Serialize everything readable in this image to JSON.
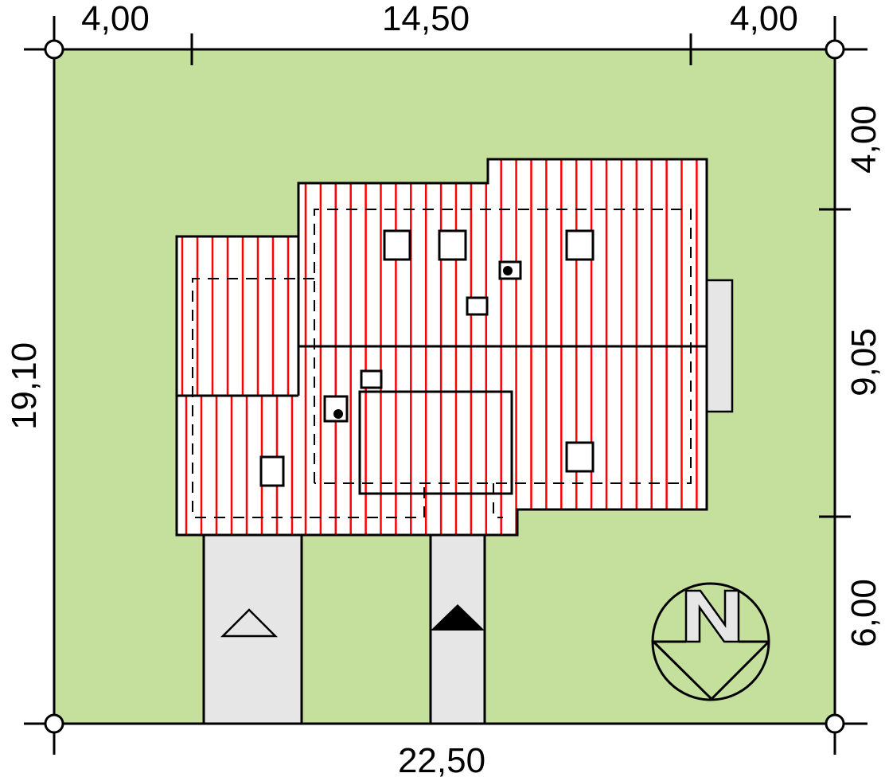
{
  "dimensions": {
    "top_left": "4,00",
    "top_middle": "14,50",
    "top_right": "4,00",
    "right_top": "4,00",
    "right_middle": "9,05",
    "right_bottom": "6,00",
    "left": "19,10",
    "bottom": "22,50"
  },
  "north_label": "N",
  "colors": {
    "plot": "#c5df9c",
    "roof_stripes": "#ff0000",
    "paving": "#e6e6e6",
    "outline": "#000000"
  }
}
